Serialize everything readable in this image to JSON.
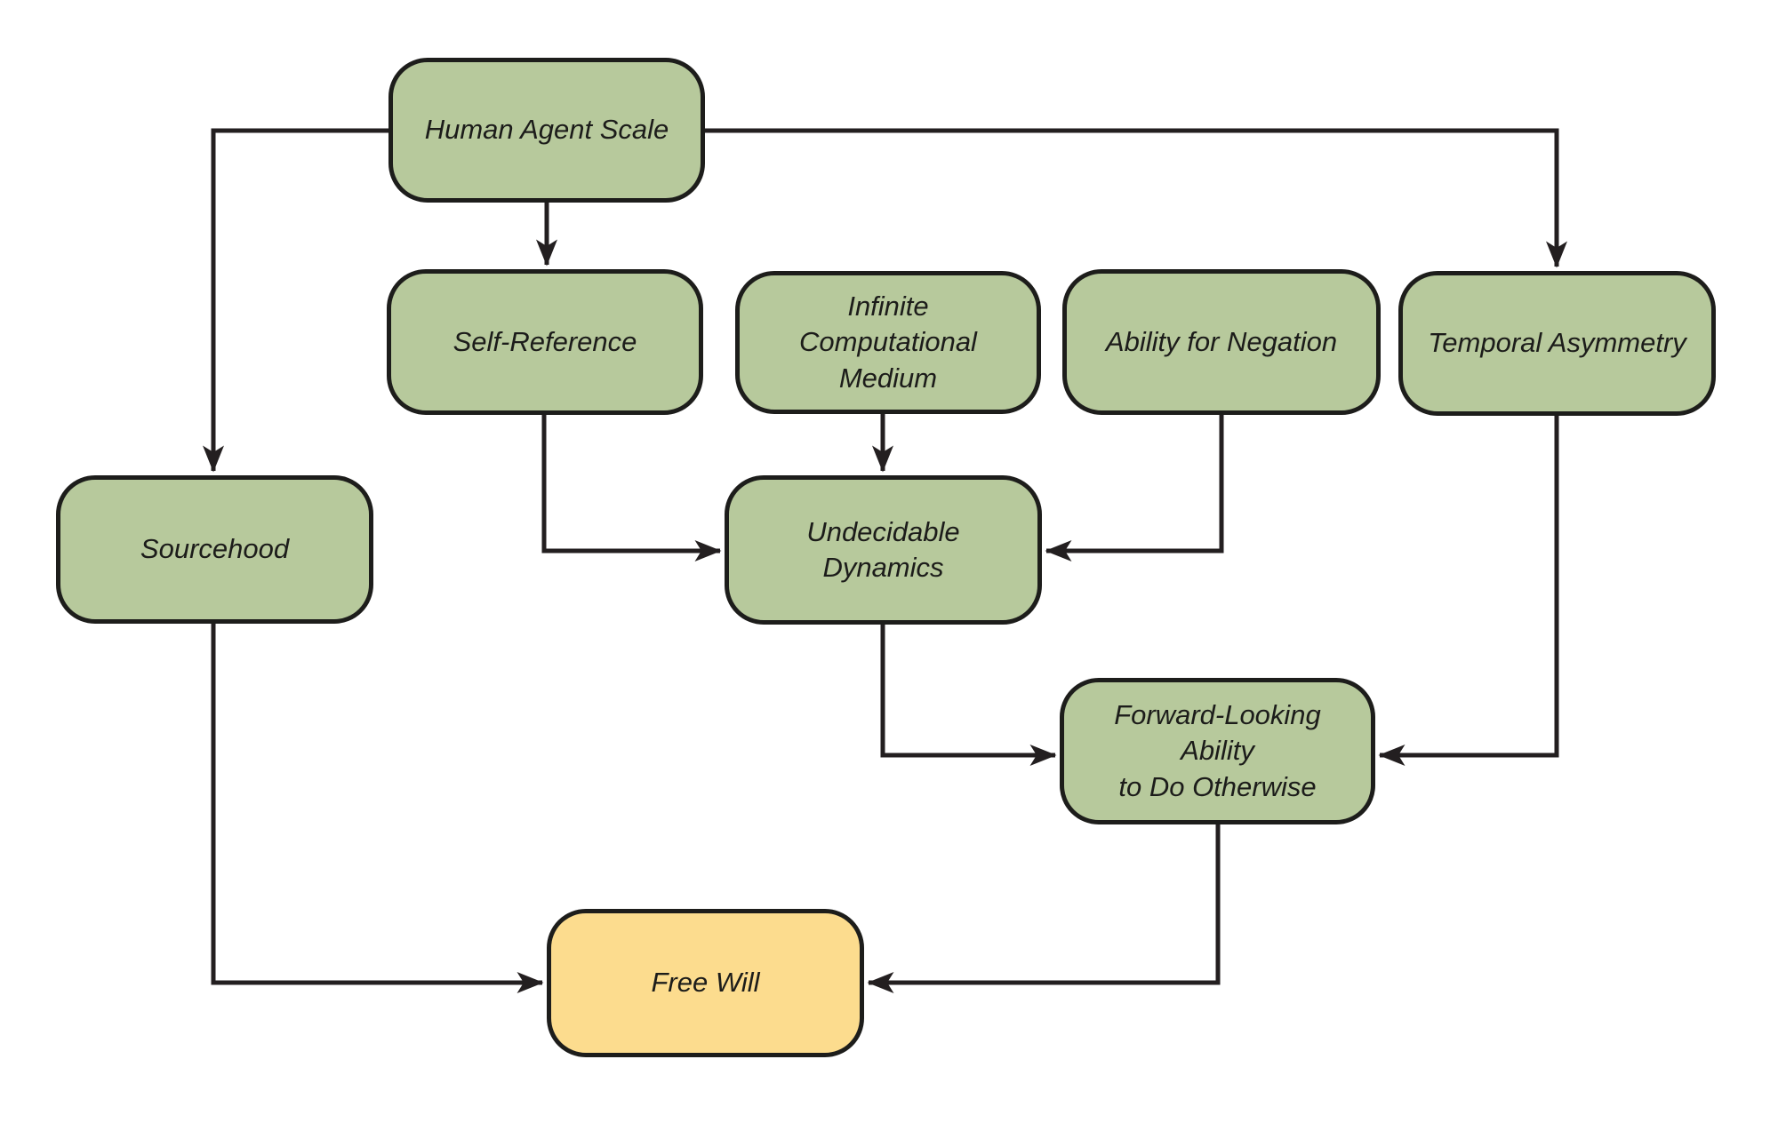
{
  "diagram": {
    "title": "",
    "colors": {
      "node-green": "#b7c99c",
      "node-yellow": "#fcdc8e",
      "border": "#1d1d1b",
      "line": "#231f20",
      "background": "#ffffff",
      "text": "#1c1c1a"
    },
    "nodes": [
      {
        "id": "human-agent-scale",
        "label": "Human Agent Scale",
        "fill": "green"
      },
      {
        "id": "self-reference",
        "label": "Self-Reference",
        "fill": "green"
      },
      {
        "id": "infinite-computational-medium",
        "label": "Infinite\nComputational Medium",
        "fill": "green"
      },
      {
        "id": "ability-for-negation",
        "label": "Ability for Negation",
        "fill": "green"
      },
      {
        "id": "temporal-asymmetry",
        "label": "Temporal Asymmetry",
        "fill": "green"
      },
      {
        "id": "sourcehood",
        "label": "Sourcehood",
        "fill": "green"
      },
      {
        "id": "undecidable-dynamics",
        "label": "Undecidable\nDynamics",
        "fill": "green"
      },
      {
        "id": "forward-looking-ability",
        "label": "Forward-Looking Ability\nto Do Otherwise",
        "fill": "green"
      },
      {
        "id": "free-will",
        "label": "Free Will",
        "fill": "yellow"
      }
    ],
    "edges": [
      {
        "from": "Human Agent Scale",
        "to": "Sourcehood"
      },
      {
        "from": "Human Agent Scale",
        "to": "Self-Reference"
      },
      {
        "from": "Human Agent Scale",
        "to": "Temporal Asymmetry"
      },
      {
        "from": "Self-Reference",
        "to": "Undecidable Dynamics"
      },
      {
        "from": "Infinite Computational Medium",
        "to": "Undecidable Dynamics"
      },
      {
        "from": "Ability for Negation",
        "to": "Undecidable Dynamics"
      },
      {
        "from": "Undecidable Dynamics",
        "to": "Forward-Looking Ability to Do Otherwise"
      },
      {
        "from": "Temporal Asymmetry",
        "to": "Forward-Looking Ability to Do Otherwise"
      },
      {
        "from": "Sourcehood",
        "to": "Free Will"
      },
      {
        "from": "Forward-Looking Ability to Do Otherwise",
        "to": "Free Will"
      }
    ]
  }
}
